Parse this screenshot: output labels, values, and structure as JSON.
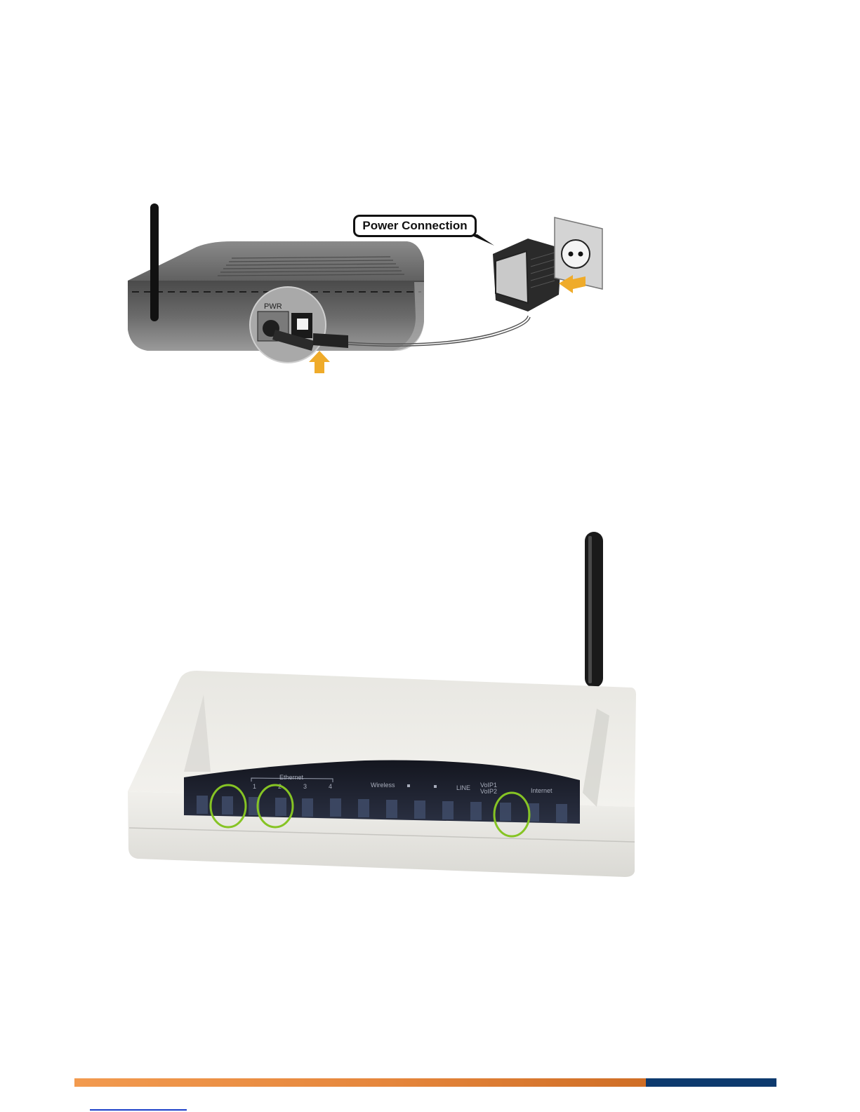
{
  "figure_power": {
    "callout": "Power Connection",
    "port_label": "PWR"
  },
  "figure_front": {
    "panel_labels": [
      "Ethernet",
      "1",
      "2",
      "3",
      "4",
      "Wireless",
      "LINE",
      "VoIP1",
      "VoIP2",
      "Internet"
    ]
  },
  "colors": {
    "highlight_circle": "#86c424",
    "arrow": "#efab2a",
    "footer_orange": "#e5863c",
    "footer_navy": "#0d3a6e"
  }
}
